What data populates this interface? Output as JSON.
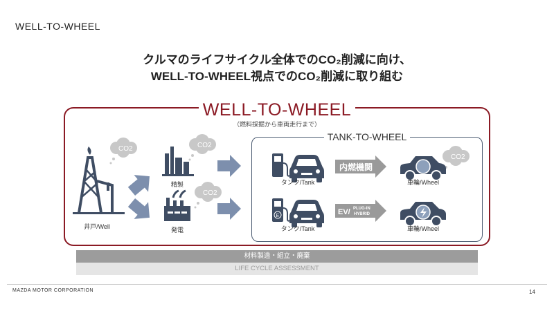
{
  "slide_title": "WELL-TO-WHEEL",
  "headline": {
    "line1": "クルマのライフサイクル全体でのCO₂削減に向け、",
    "line2": "WELL-TO-WHEEL視点でのCO₂削減に取り組む"
  },
  "diagram": {
    "outer_title": "WELL-TO-WHEEL",
    "outer_subtitle": "（燃料採掘から車両走行まで）",
    "inner_title": "TANK-TO-WHEEL",
    "co2_label": "CO2",
    "well_label": "井戸/Well",
    "refining_label": "精製",
    "power_label": "発電",
    "tank_label_top": "タンク/Tank",
    "tank_label_bottom": "タンク/Tank",
    "wheel_label_top": "車輪/Wheel",
    "wheel_label_bottom": "車輪/Wheel",
    "ice_arrow_label": "内燃機関",
    "ev_arrow_label": "EV/",
    "ev_arrow_sub1": "PLUG-IN",
    "ev_arrow_sub2": "HYBRID",
    "ev_pump_letter": "E"
  },
  "lca": {
    "bar1": "材料製造・組立・廃棄",
    "bar2": "LIFE CYCLE ASSESSMENT"
  },
  "footer": {
    "corporation": "MAZDA MOTOR CORPORATION",
    "page": "14"
  },
  "colors": {
    "accent": "#8b1a24",
    "icon": "#3f4d63",
    "arrow": "#7d8fad",
    "cloud": "#c8c8c8"
  }
}
